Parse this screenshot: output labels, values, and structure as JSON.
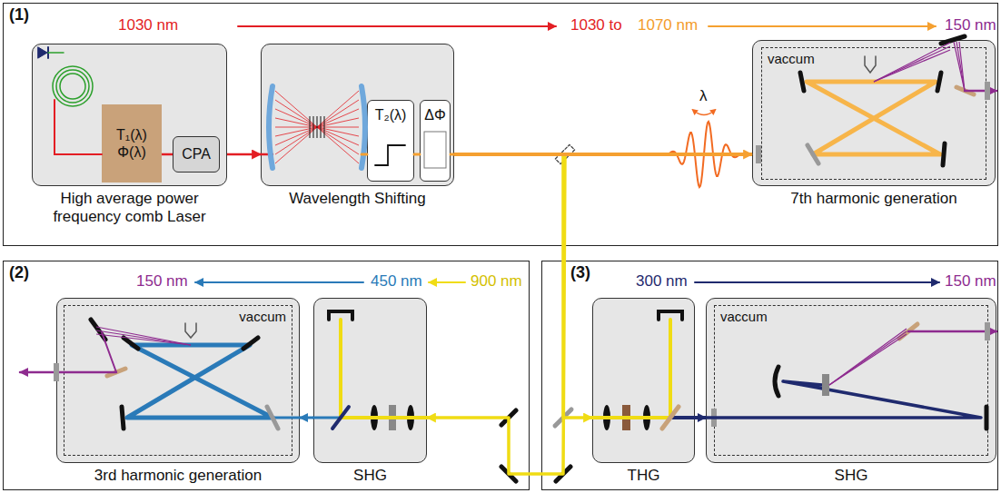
{
  "diagram": {
    "nodes": [
      {
        "text": [
          "(1)"
        ]
      },
      {
        "text": [
          "High average power frequency comb Laser"
        ],
        "in": 0
      },
      {
        "text": [
          "T₁(λ)",
          "Φ(λ)"
        ],
        "in": 1
      },
      {
        "text": [
          "CPA"
        ],
        "in": 1
      },
      {
        "text": [
          "Wavelength Shifting"
        ],
        "in": 0
      },
      {
        "text": [
          "T₂(λ)"
        ],
        "in": 4
      },
      {
        "text": [
          "ΔΦ"
        ],
        "in": 4
      },
      {
        "text": [
          "7th harmonic generation"
        ],
        "in": 0
      },
      {
        "text": [
          "vaccum"
        ],
        "in": 7
      },
      {
        "text": [
          "(2)"
        ]
      },
      {
        "text": [
          "3rd harmonic generation"
        ],
        "in": 9
      },
      {
        "text": [
          "vaccum"
        ],
        "in": 10
      },
      {
        "text": [
          "SHG"
        ],
        "in": 9
      },
      {
        "text": [
          "(3)"
        ]
      },
      {
        "text": [
          "THG"
        ],
        "in": 13
      },
      {
        "text": [
          "SHG"
        ],
        "in": 13
      },
      {
        "text": [
          "vaccum"
        ],
        "in": 15
      }
    ],
    "edges": [
      {
        "from": 1,
        "to": 4,
        "arrow": "to"
      },
      {
        "from": 2,
        "to": 3,
        "arrow": "none"
      },
      {
        "from": 4,
        "to": 7,
        "arrow": "to"
      },
      {
        "from": 4,
        "to": 12,
        "arrow": "to"
      },
      {
        "from": 4,
        "to": 14,
        "arrow": "to"
      },
      {
        "from": 12,
        "to": 10,
        "arrow": "to"
      },
      {
        "from": 14,
        "to": 15,
        "arrow": "to"
      }
    ],
    "labels": [
      "1030 nm",
      "1030 to",
      "1070 nm",
      "150 nm",
      "λ",
      "150 nm",
      "450 nm",
      "900 nm",
      "300 nm",
      "150 nm"
    ]
  }
}
